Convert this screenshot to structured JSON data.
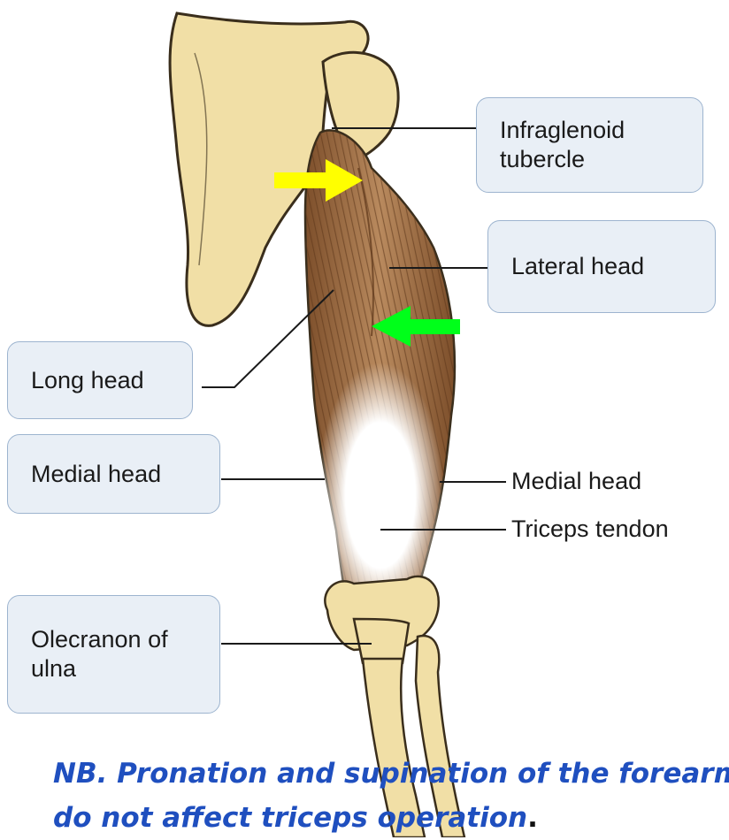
{
  "labels": {
    "infraglenoid": "Infraglenoid tubercle",
    "lateral_head": "Lateral head",
    "long_head": "Long head",
    "medial_head_left": "Medial head",
    "olecranon": "Olecranon of ulna",
    "medial_head_right": "Medial head",
    "triceps_tendon": "Triceps tendon"
  },
  "note": {
    "line1": "NB. Pronation and supination of the forearm",
    "line2": "do not affect triceps operation",
    "tail": "."
  },
  "colors": {
    "bone": "#f1dfa6",
    "bone_outline": "#3a2e1c",
    "muscle": "#b98a5e",
    "muscle_dark": "#8a5a34",
    "tendon": "#ffffff",
    "box_fill": "#e9eff6",
    "box_border": "#9db4cf",
    "arrow_yellow": "#ffff00",
    "arrow_green": "#00ff1a",
    "note_blue": "#1f4fbf"
  }
}
